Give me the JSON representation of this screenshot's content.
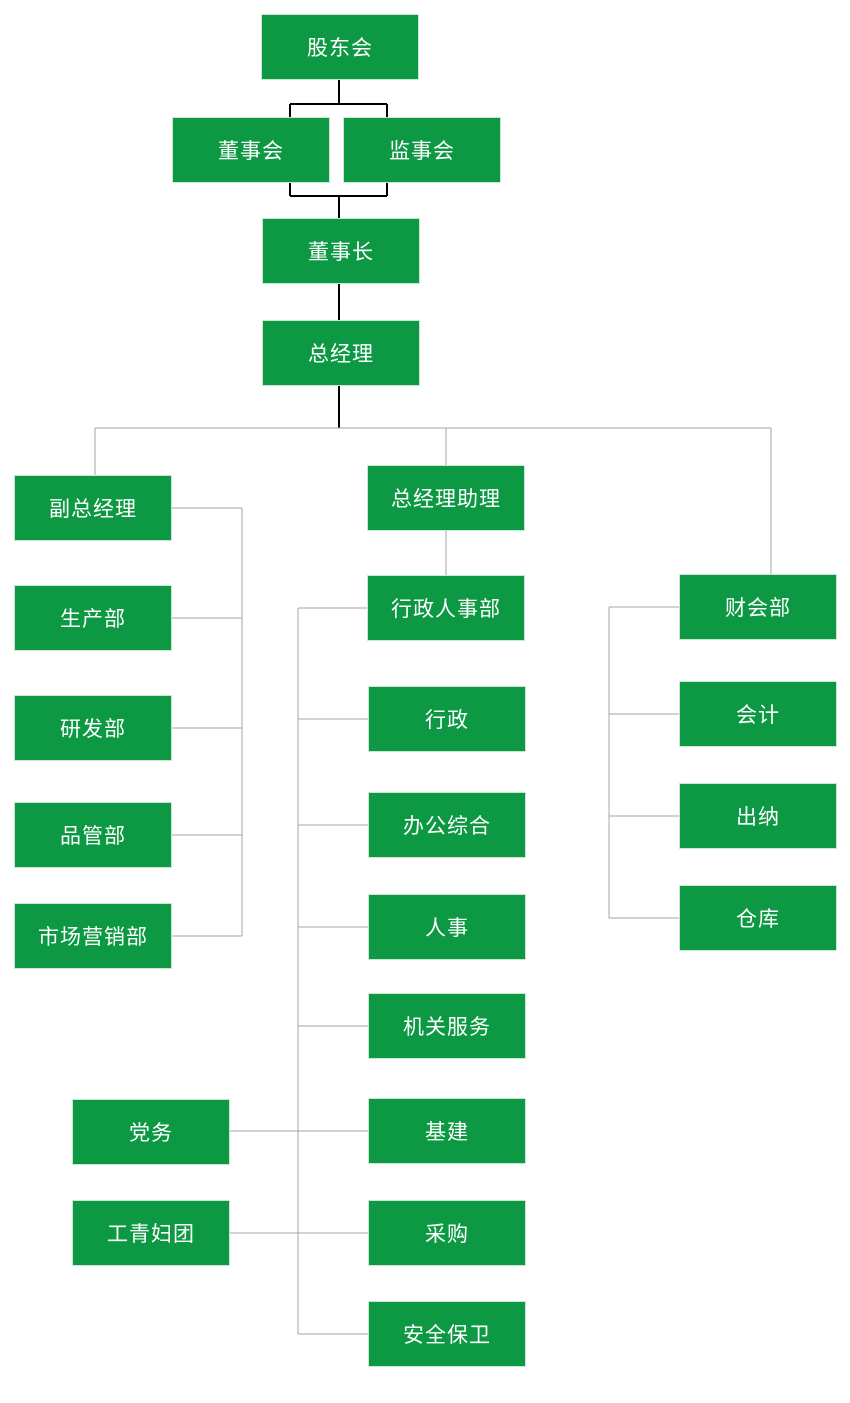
{
  "diagram": {
    "type": "org-chart",
    "background_color": "#FFFFFF",
    "node_fill_color": "#0D9943",
    "node_border_color": "#C9E8D3",
    "node_text_color": "#FFFFFF",
    "connector_primary_color": "#000000",
    "connector_secondary_color": "#A6A6A6"
  },
  "nodes": [
    {
      "id": "shareholders",
      "label": "股东会"
    },
    {
      "id": "board",
      "label": "董事会"
    },
    {
      "id": "supervisors",
      "label": "监事会"
    },
    {
      "id": "chairman",
      "label": "董事长"
    },
    {
      "id": "general-manager",
      "label": "总经理"
    },
    {
      "id": "deputy-gm",
      "label": "副总经理"
    },
    {
      "id": "production-dept",
      "label": "生产部"
    },
    {
      "id": "rnd-dept",
      "label": "研发部"
    },
    {
      "id": "quality-dept",
      "label": "品管部"
    },
    {
      "id": "marketing-dept",
      "label": "市场营销部"
    },
    {
      "id": "gm-assistant",
      "label": "总经理助理"
    },
    {
      "id": "admin-hr-dept",
      "label": "行政人事部"
    },
    {
      "id": "admin",
      "label": "行政"
    },
    {
      "id": "office-general",
      "label": "办公综合"
    },
    {
      "id": "hr",
      "label": "人事"
    },
    {
      "id": "agency-services",
      "label": "机关服务"
    },
    {
      "id": "infrastructure",
      "label": "基建"
    },
    {
      "id": "procurement",
      "label": "采购"
    },
    {
      "id": "security",
      "label": "安全保卫"
    },
    {
      "id": "party-affairs",
      "label": "党务"
    },
    {
      "id": "union-youth-women",
      "label": "工青妇团"
    },
    {
      "id": "finance-dept",
      "label": "财会部"
    },
    {
      "id": "accounting",
      "label": "会计"
    },
    {
      "id": "cashier",
      "label": "出纳"
    },
    {
      "id": "warehouse",
      "label": "仓库"
    }
  ],
  "edges": [
    {
      "from": "shareholders",
      "to": "board"
    },
    {
      "from": "shareholders",
      "to": "supervisors"
    },
    {
      "from": "board",
      "to": "chairman"
    },
    {
      "from": "supervisors",
      "to": "chairman"
    },
    {
      "from": "chairman",
      "to": "general-manager"
    },
    {
      "from": "general-manager",
      "to": "deputy-gm"
    },
    {
      "from": "general-manager",
      "to": "gm-assistant"
    },
    {
      "from": "general-manager",
      "to": "finance-dept"
    },
    {
      "from": "deputy-gm",
      "to": "production-dept"
    },
    {
      "from": "deputy-gm",
      "to": "rnd-dept"
    },
    {
      "from": "deputy-gm",
      "to": "quality-dept"
    },
    {
      "from": "deputy-gm",
      "to": "marketing-dept"
    },
    {
      "from": "gm-assistant",
      "to": "admin-hr-dept"
    },
    {
      "from": "admin-hr-dept",
      "to": "admin"
    },
    {
      "from": "admin-hr-dept",
      "to": "office-general"
    },
    {
      "from": "admin-hr-dept",
      "to": "hr"
    },
    {
      "from": "admin-hr-dept",
      "to": "agency-services"
    },
    {
      "from": "admin-hr-dept",
      "to": "infrastructure"
    },
    {
      "from": "admin-hr-dept",
      "to": "procurement"
    },
    {
      "from": "admin-hr-dept",
      "to": "security"
    },
    {
      "from": "party-affairs",
      "to": "infrastructure"
    },
    {
      "from": "union-youth-women",
      "to": "procurement"
    },
    {
      "from": "finance-dept",
      "to": "accounting"
    },
    {
      "from": "finance-dept",
      "to": "cashier"
    },
    {
      "from": "finance-dept",
      "to": "warehouse"
    }
  ]
}
